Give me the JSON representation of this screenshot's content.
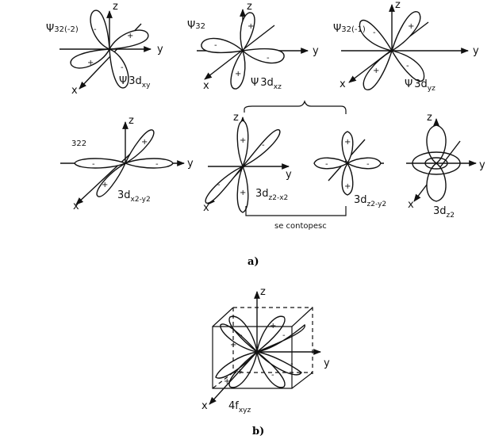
{
  "labels": {
    "axis_x": "x",
    "axis_y": "y",
    "axis_z": "z",
    "plus": "+",
    "minus": "-",
    "psi": "Ψ",
    "p1_title": "32(-2)",
    "p1_orbital": "3d",
    "p1_sub": "xy",
    "p2_title": "32",
    "p2_orbital": "3d",
    "p2_sub": "xz",
    "p3_title": "32(-1)",
    "p3_orbital": "3d",
    "p3_sub": "yz",
    "p4_title": "322",
    "p4_orbital": "3d",
    "p4_sub": "x2-y2",
    "p5_orbital": "3d",
    "p5_sub": "z2-x2",
    "p6_orbital": "3d",
    "p6_sub": "z2-y2",
    "p7_orbital": "3d",
    "p7_sub": "z2",
    "bracket_label": "se contopesc",
    "caption_a": "a)",
    "orbital_b": "4f",
    "orbital_b_sub": "xyz",
    "caption_b": "b)"
  },
  "colors": {
    "ink": "#111111",
    "background": "#ffffff"
  }
}
